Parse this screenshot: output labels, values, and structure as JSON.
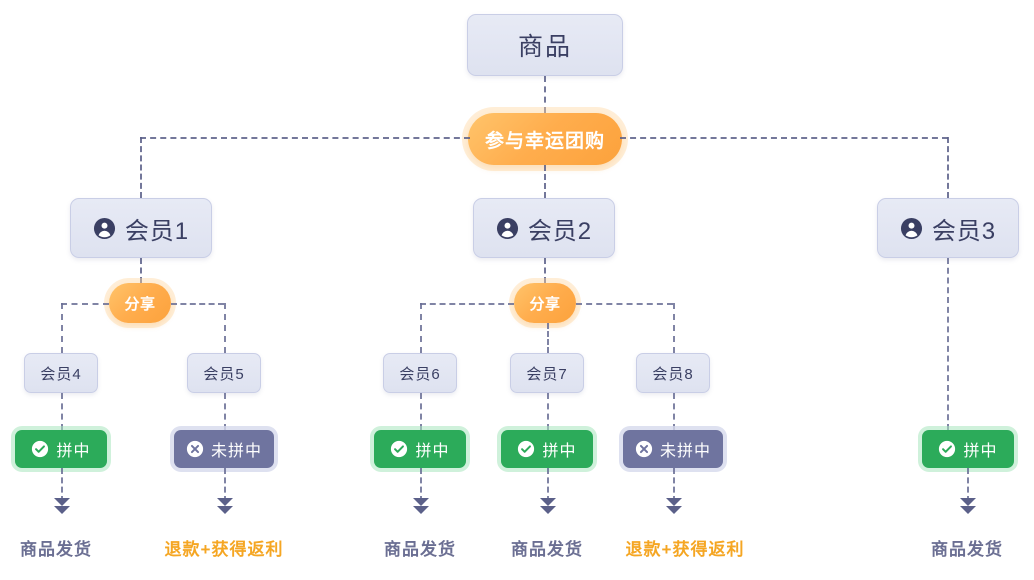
{
  "diagram": {
    "title": "商品",
    "root": {
      "label": "商品"
    },
    "primary_action": {
      "label": "参与幸运团购"
    },
    "share_action": {
      "label": "分享"
    },
    "status": {
      "success_label": "拼中",
      "fail_label": "未拼中",
      "success_icon": "check-circle-icon",
      "fail_icon": "close-circle-icon"
    },
    "outcomes": {
      "ship_label": "商品发货",
      "refund_label": "退款+获得返利"
    },
    "members": [
      {
        "id": "m1",
        "label": "会员1",
        "icon": "person-icon"
      },
      {
        "id": "m2",
        "label": "会员2",
        "icon": "person-icon"
      },
      {
        "id": "m3",
        "label": "会员3",
        "icon": "person-icon"
      }
    ],
    "submembers": [
      {
        "id": "m4",
        "label": "会员4",
        "status": "拼中",
        "outcome": "商品发货"
      },
      {
        "id": "m5",
        "label": "会员5",
        "status": "未拼中",
        "outcome": "退款+获得返利"
      },
      {
        "id": "m6",
        "label": "会员6",
        "status": "拼中",
        "outcome": "商品发货"
      },
      {
        "id": "m7",
        "label": "会员7",
        "status": "拼中",
        "outcome": "商品发货"
      },
      {
        "id": "m8",
        "label": "会员8",
        "status": "未拼中",
        "outcome": "退款+获得返利"
      }
    ],
    "member3_branch": {
      "status": "拼中",
      "outcome": "商品发货"
    },
    "colors": {
      "card_bg": "#e3e7f3",
      "card_border": "#c9cee6",
      "text_dark": "#3a3f63",
      "orange": "#ffad4d",
      "green": "#2cab5a",
      "gray_purple": "#6f749f",
      "line": "#5b6089",
      "refund_text": "#f5a623",
      "ship_text": "#6b6f93"
    }
  }
}
